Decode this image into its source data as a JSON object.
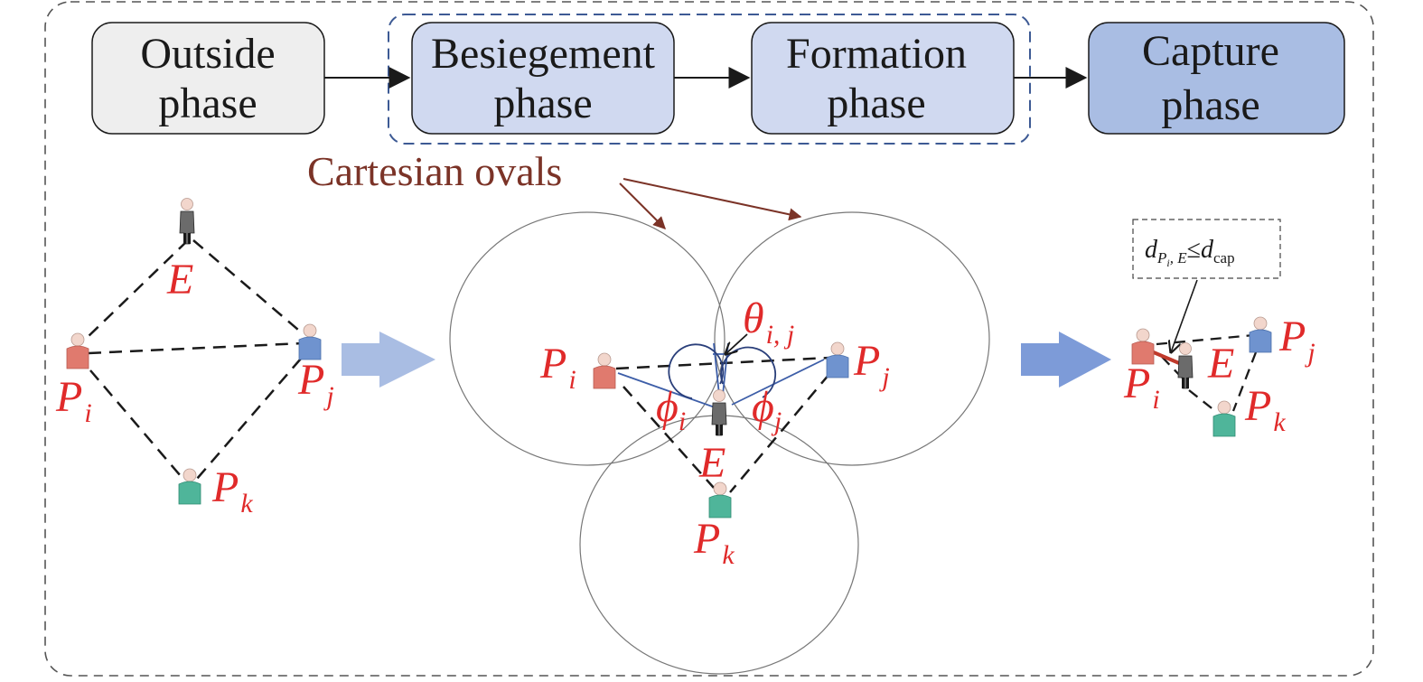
{
  "phases": [
    {
      "line1": "Outside",
      "line2": "phase",
      "fill": "#eeeeee"
    },
    {
      "line1": "Besiegement",
      "line2": "phase",
      "fill": "#d0d9f0"
    },
    {
      "line1": "Formation",
      "line2": "phase",
      "fill": "#d0d9f0"
    },
    {
      "line1": "Capture",
      "line2": "phase",
      "fill": "#a9bde3"
    }
  ],
  "annotation": {
    "cartesian_ovals": "Cartesian ovals"
  },
  "agents": {
    "evader": "E",
    "pursuer_prefix": "P",
    "i": "i",
    "j": "j",
    "k": "k"
  },
  "angles": {
    "theta": "θ",
    "theta_sub": "i, j",
    "phi": "ϕ",
    "phi_i_sub": "i",
    "phi_j_sub": "j"
  },
  "capture_condition": {
    "d": "d",
    "sub_p": "P",
    "sub_i": "i",
    "sub_e": ", E",
    "leq": "≤",
    "cap": "cap"
  },
  "colors": {
    "label_red": "#e02a2a",
    "annotation_brown": "#7b3327",
    "arrow_blue_light": "#a9bde3",
    "arrow_blue_dark": "#7d9bd8",
    "group_border": "#3d5a94",
    "evader": "#6b6b6b",
    "pursuer_i": "#e07a6e",
    "pursuer_j": "#6f93cf",
    "pursuer_k": "#4fb59a"
  }
}
